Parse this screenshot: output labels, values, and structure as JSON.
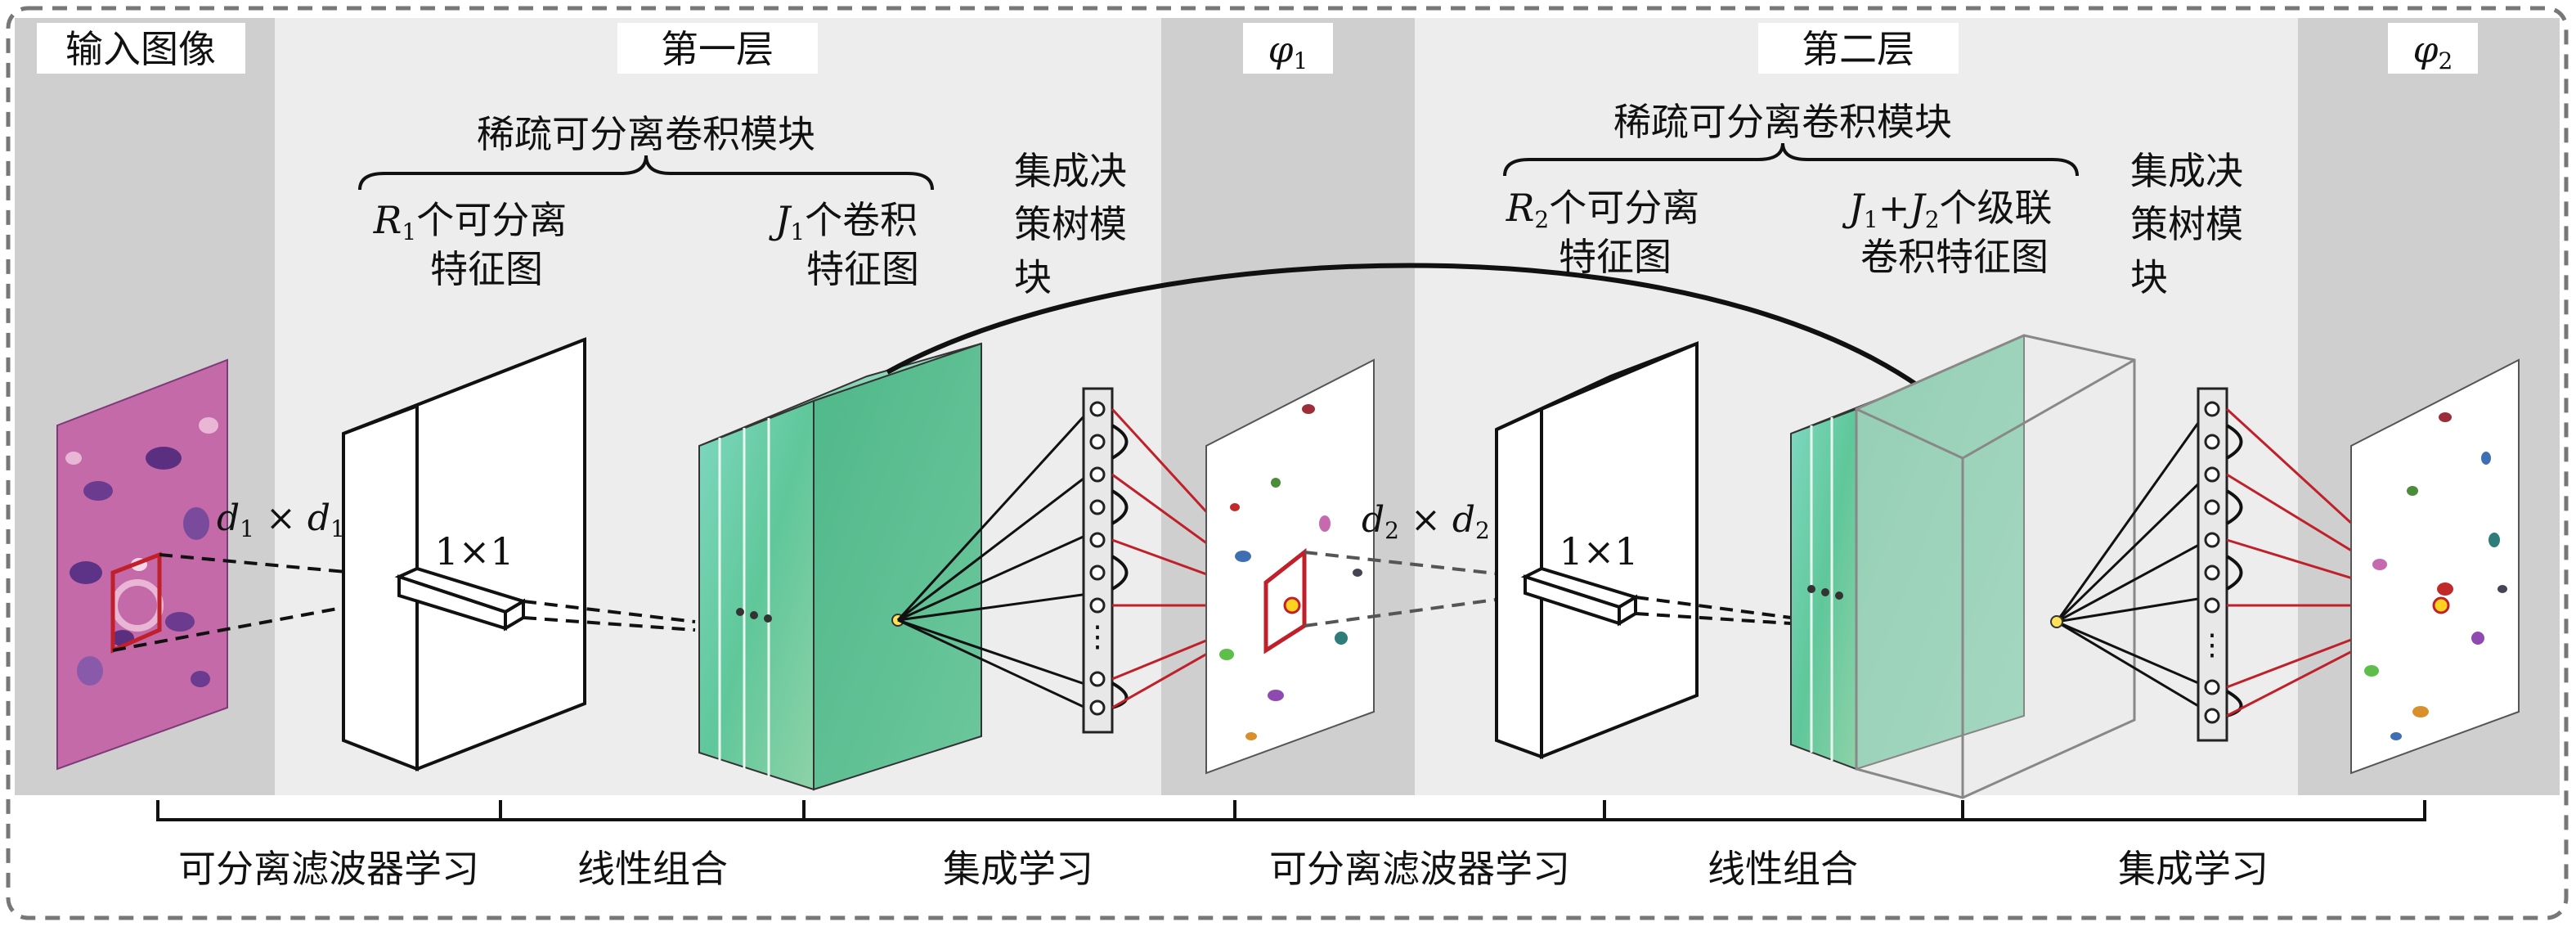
{
  "stages": {
    "input": "输入图像",
    "layer1": "第一层",
    "phi1": "φ1",
    "layer2": "第二层",
    "phi2": "φ2"
  },
  "layer1": {
    "module": "稀疏可分离卷积模块",
    "r1_label_a": "R1个可分离",
    "r1_label_b": "特征图",
    "j1_label_a": "J1个卷积",
    "j1_label_b": "特征图",
    "tree_a": "集成决",
    "tree_b": "策树模",
    "tree_c": "块",
    "kernel": "d1 × d1",
    "conv": "1×1"
  },
  "layer2": {
    "module": "稀疏可分离卷积模块",
    "r2_label_a": "R2个可分离",
    "r2_label_b": "特征图",
    "j12_label_a": "J1+J2个级联",
    "j12_label_b": "卷积特征图",
    "tree_a": "集成决",
    "tree_b": "策树模",
    "tree_c": "块",
    "kernel": "d2 × d2",
    "conv": "1×1"
  },
  "bottom": [
    "可分离滤波器学习",
    "线性组合",
    "集成学习",
    "可分离滤波器学习",
    "线性组合",
    "集成学习"
  ],
  "colors": {
    "dark_panel": "#cfcfcf",
    "light_panel": "#ededed",
    "feature_green": "#5fc79a",
    "feature_cyan": "#8fdcc8",
    "red": "#c0202a",
    "border": "#777777"
  }
}
